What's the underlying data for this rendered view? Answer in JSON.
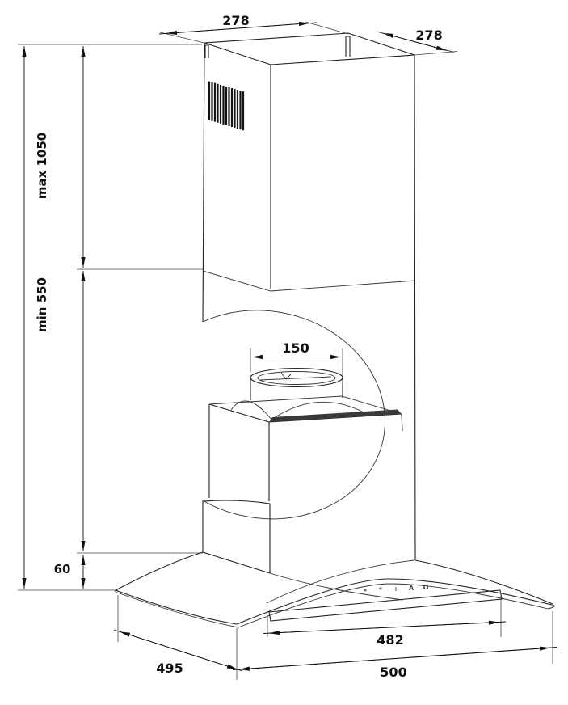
{
  "drawing": {
    "kind": "technical dimension drawing",
    "subject": "wall-mounted chimney cooker hood with curved glass canopy"
  },
  "dimensions": {
    "chimney_top_width": "278",
    "chimney_top_depth": "278",
    "chimney_height_max": "max 1050",
    "chimney_height_min": "min 550",
    "duct_diameter": "150",
    "canopy_edge_height": "60",
    "control_panel_width": "482",
    "hood_depth": "495",
    "hood_width": "500"
  },
  "control_panel": {
    "icons": [
      {
        "name": "light-icon",
        "glyph": "*"
      },
      {
        "name": "fan-low-icon",
        "glyph": "*"
      },
      {
        "name": "fan-mid-icon",
        "glyph": "+"
      },
      {
        "name": "fan-high-icon",
        "glyph": "A"
      },
      {
        "name": "power-icon",
        "glyph": "O"
      }
    ]
  },
  "colors": {
    "background": "#ffffff",
    "line": "#222222",
    "accent_dark": "#3a3a3a"
  }
}
